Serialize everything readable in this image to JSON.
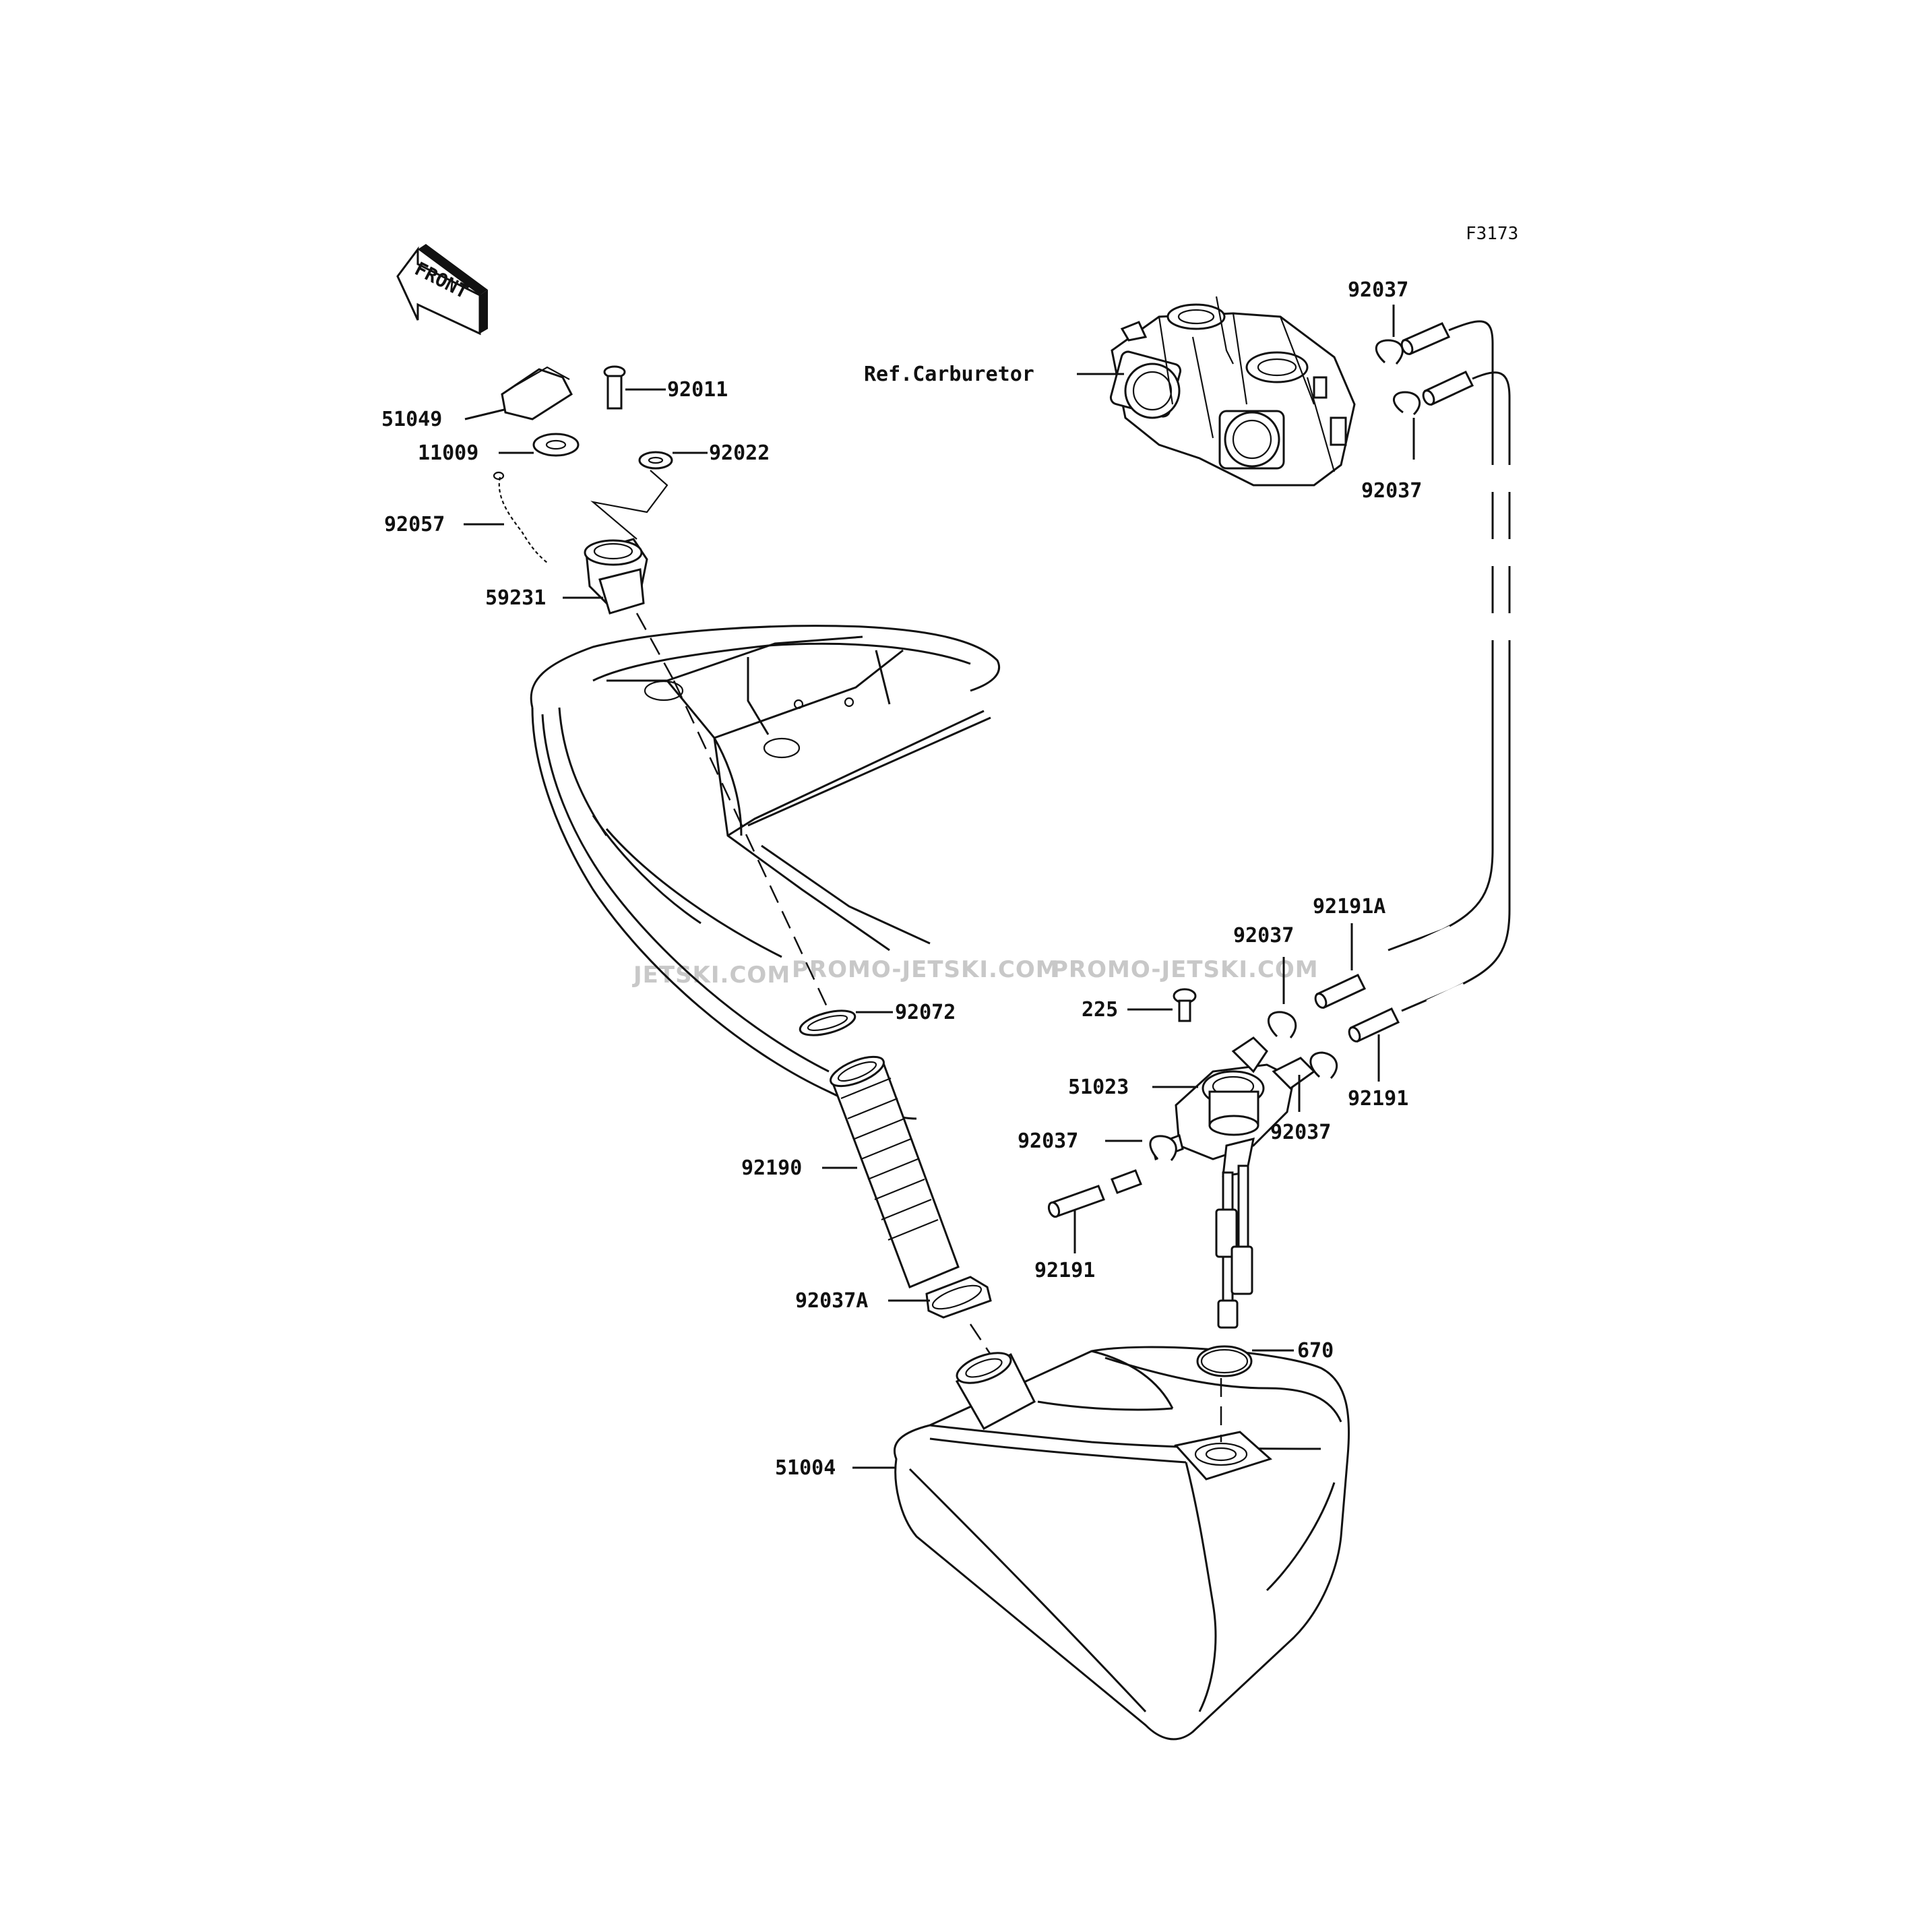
{
  "figure_code": "F3173",
  "front_label": "FRONT",
  "watermark": {
    "left": "JETSKI.COM",
    "mid": "PROMO-JETSKI.COM",
    "right": "PROMO-JETSKI.COM"
  },
  "parts": {
    "p51049": "51049",
    "p92011": "92011",
    "p11009": "11009",
    "p92022": "92022",
    "p92057": "92057",
    "p59231": "59231",
    "carb": "Ref.Carburetor",
    "p92037_tr1": "92037",
    "p92037_tr2": "92037",
    "p92191A": "92191A",
    "p92037_m1": "92037",
    "p225": "225",
    "p92072": "92072",
    "p51023": "51023",
    "p92191_r": "92191",
    "p92037_m2": "92037",
    "p92037_m3": "92037",
    "p92190": "92190",
    "p92191_b": "92191",
    "p92037A": "92037A",
    "p670": "670",
    "p51004": "51004"
  }
}
